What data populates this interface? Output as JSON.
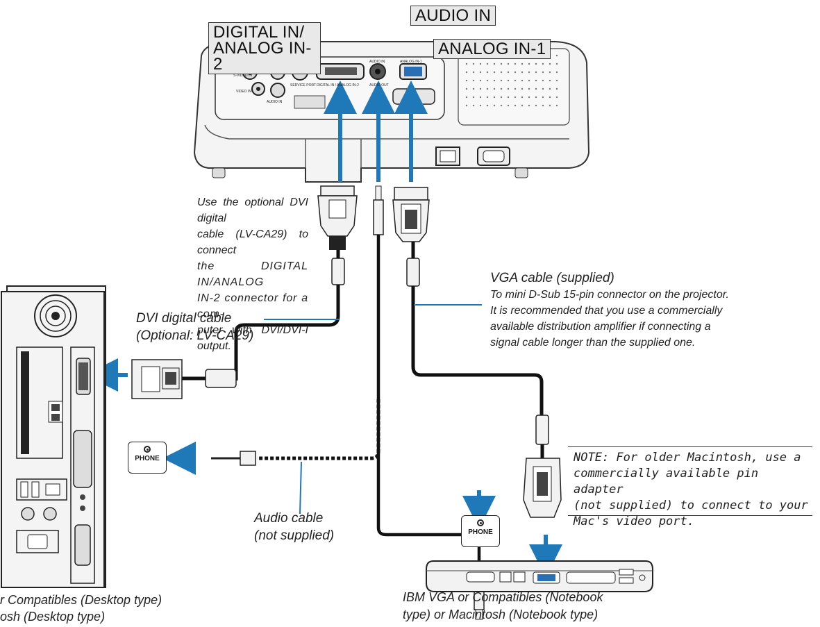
{
  "labels": {
    "digital_in_line1": "DIGITAL IN/",
    "digital_in_line2": "ANALOG IN-2",
    "audio_in": "AUDIO IN",
    "analog_in_1": "ANALOG IN-1"
  },
  "dvi_note": {
    "line1": "Use the optional DVI digital",
    "line2": "cable (LV-CA29) to connect",
    "line3": "the DIGITAL IN/ANALOG",
    "line4": "IN-2 connector for a com-",
    "line5": "puter with DVI/DVI-I output."
  },
  "dvi_cable": {
    "line1": "DVI digital cable",
    "line2": "(Optional: LV-CA29)"
  },
  "vga_cable": {
    "title": "VGA cable (supplied)",
    "line1": "To mini D-Sub 15-pin connector on the projector.",
    "line2": "It is recommended that you use a commercially",
    "line3": "available distribution amplifier if connecting a",
    "line4": "signal cable longer than the supplied one."
  },
  "audio_cable": {
    "line1": "Audio cable",
    "line2": "(not supplied)"
  },
  "mac_note": {
    "line1": "NOTE: For older Macintosh, use a",
    "line2": "commercially available pin adapter",
    "line3": "(not supplied) to connect to your",
    "line4": "Mac's video port."
  },
  "desktop_caption": {
    "line1": "r Compatibles (Desktop type)",
    "line2": "osh (Desktop type)"
  },
  "notebook_caption": {
    "line1": "IBM VGA or Compatibles (Notebook",
    "line2": "type) or Macintosh (Notebook type)"
  },
  "phone_label": "PHONE",
  "panel_labels": {
    "s_video": "S-VIDEO IN",
    "video": "VIDEO IN",
    "audio_in_small": "AUDIO IN",
    "service_port": "SERVICE PORT",
    "digital_small": "DIGITAL IN / ANALOG IN-2",
    "audio_in_jack": "AUDIO IN",
    "audio_out": "AUDIO OUT",
    "analog_small": "ANALOG IN-1"
  },
  "colors": {
    "arrow": "#1f78b8",
    "cable": "#111111",
    "body": "#f2f2f2",
    "connector_blue": "#2a6fb5"
  }
}
